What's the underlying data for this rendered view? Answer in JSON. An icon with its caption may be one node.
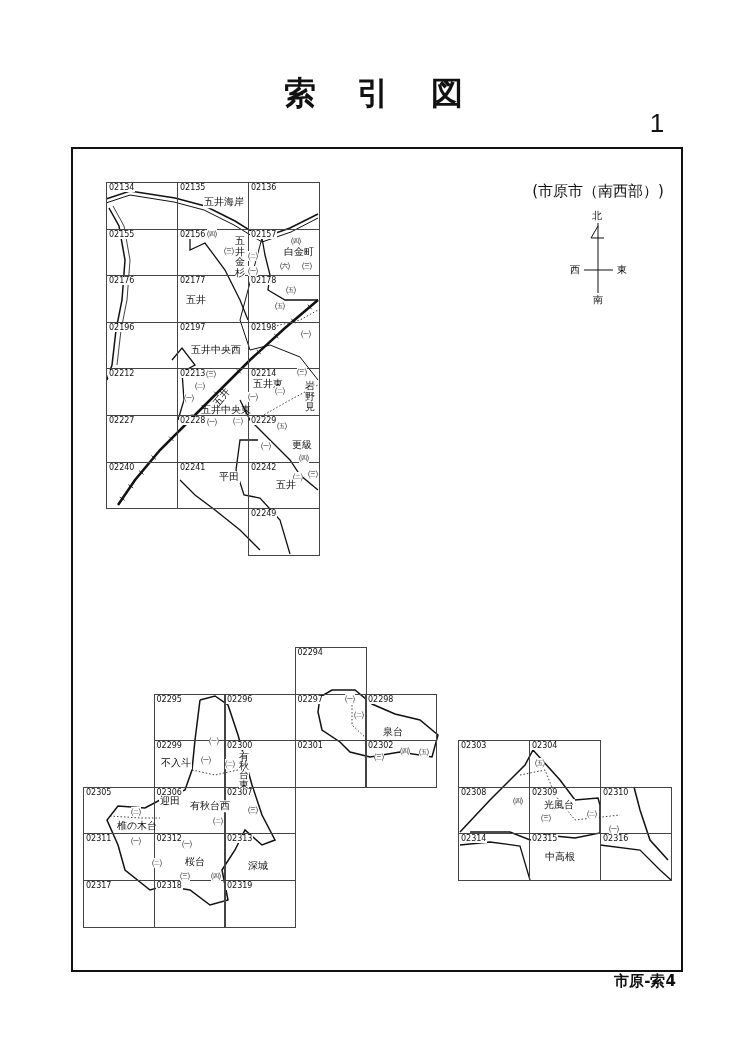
{
  "diagram": {
    "title": "索引図",
    "nodes": [
      {
        "text": [
          "02134"
        ]
      },
      {
        "text": [
          "02135"
        ]
      },
      {
        "text": [
          "02136"
        ]
      },
      {
        "text": [
          "02155"
        ]
      },
      {
        "text": [
          "02156"
        ]
      },
      {
        "text": [
          "02157"
        ]
      },
      {
        "text": [
          "02176"
        ]
      },
      {
        "text": [
          "02177"
        ]
      },
      {
        "text": [
          "02178"
        ]
      },
      {
        "text": [
          "02196"
        ]
      },
      {
        "text": [
          "02197"
        ]
      },
      {
        "text": [
          "02198"
        ]
      },
      {
        "text": [
          "02212"
        ]
      },
      {
        "text": [
          "02213"
        ]
      },
      {
        "text": [
          "02214"
        ]
      },
      {
        "text": [
          "02227"
        ]
      },
      {
        "text": [
          "02228"
        ]
      },
      {
        "text": [
          "02229"
        ]
      },
      {
        "text": [
          "02240"
        ]
      },
      {
        "text": [
          "02241"
        ]
      },
      {
        "text": [
          "02242"
        ]
      },
      {
        "text": [
          "02249"
        ]
      },
      {
        "text": [
          "02294"
        ]
      },
      {
        "text": [
          "02295"
        ]
      },
      {
        "text": [
          "02296"
        ]
      },
      {
        "text": [
          "02297"
        ]
      },
      {
        "text": [
          "02298"
        ]
      },
      {
        "text": [
          "02299"
        ]
      },
      {
        "text": [
          "02300"
        ]
      },
      {
        "text": [
          "02301"
        ]
      },
      {
        "text": [
          "02302"
        ]
      },
      {
        "text": [
          "02303"
        ]
      },
      {
        "text": [
          "02304"
        ]
      },
      {
        "text": [
          "02305"
        ]
      },
      {
        "text": [
          "02306"
        ]
      },
      {
        "text": [
          "02307"
        ]
      },
      {
        "text": [
          "02308"
        ]
      },
      {
        "text": [
          "02309"
        ]
      },
      {
        "text": [
          "02310"
        ]
      },
      {
        "text": [
          "02311"
        ]
      },
      {
        "text": [
          "02312"
        ]
      },
      {
        "text": [
          "02313"
        ]
      },
      {
        "text": [
          "02314"
        ]
      },
      {
        "text": [
          "02315"
        ]
      },
      {
        "text": [
          "02316"
        ]
      },
      {
        "text": [
          "02317"
        ]
      },
      {
        "text": [
          "02318"
        ]
      },
      {
        "text": [
          "02319"
        ]
      }
    ],
    "labels": [
      "1",
      "(市原市（南西部）)",
      "五井海岸",
      "北",
      "㈣",
      "㈣",
      "㈢",
      "五井金杉",
      "㈡",
      "白金町",
      "㈠",
      "㈥",
      "㈢",
      "西",
      "東",
      "㈤",
      "五井",
      "南",
      "㈤",
      "㈠",
      "五井中央西",
      "㈢",
      "㈢",
      "㈡",
      "五井東",
      "㈡",
      "㈠",
      "五井",
      "㈠",
      "岩野見",
      "五井中央東",
      "㈠",
      "㈡",
      "㈤",
      "㈠",
      "更級",
      "㈣",
      "平田",
      "㈡",
      "㈢",
      "五井",
      "㈠",
      "㈡",
      "㈠",
      "泉台",
      "不入斗",
      "㈠",
      "㈡",
      "有秋台東",
      "㈢",
      "㈣",
      "㈤",
      "㈤",
      "㈡",
      "迎田",
      "有秋台西",
      "㈢",
      "㈣",
      "光風台",
      "㈡",
      "椎の木台",
      "㈡",
      "㈢",
      "㈠",
      "㈠",
      "㈠",
      "㈡",
      "桜台",
      "深城",
      "中高根",
      "㈢",
      "㈣",
      "市原-索4"
    ]
  }
}
